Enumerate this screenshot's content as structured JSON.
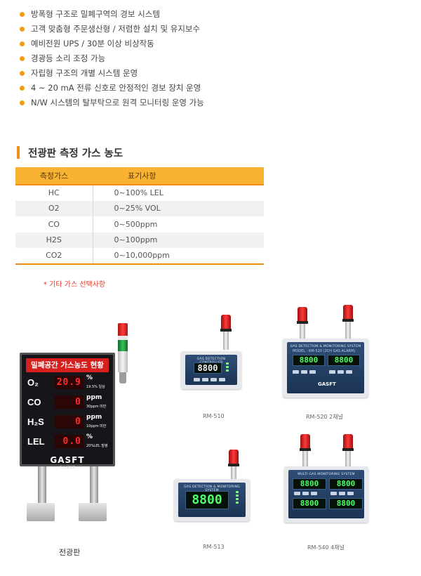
{
  "features": [
    "방폭형 구조로 밀폐구역의 경보 시스템",
    "고객 맞춤형 주문생산형 / 저렴한 설치 및 유지보수",
    "예비전원 UPS / 30분 이상 비상작동",
    "경광등 소리 조정 가능",
    "자립형 구조의 개별 시스템 운영",
    "4 ~ 20 mA 전류 신호로 안정적인 경보 장치 운영",
    "N/W 시스템의 탈부탁으로 원격 모니터링 운영 가능"
  ],
  "section_title": "전광판 측정 가스 농도",
  "table": {
    "headers": [
      "측정가스",
      "표기사항"
    ],
    "rows": [
      [
        "HC",
        "0~100% LEL"
      ],
      [
        "O2",
        "0~25% VOL"
      ],
      [
        "CO",
        "0~500ppm"
      ],
      [
        "H2S",
        "0~100ppm"
      ],
      [
        "CO2",
        "0~10,000ppm"
      ]
    ]
  },
  "note": "* 기타 가스 선택사항",
  "board": {
    "header": "밀폐공간 가스농도 현황",
    "rows": [
      {
        "gas": "O₂",
        "value": "20.9",
        "unit": "%",
        "sub": "19.5% 일상"
      },
      {
        "gas": "CO",
        "value": "0",
        "unit": "ppm",
        "sub": "30ppm 미만"
      },
      {
        "gas": "H₂S",
        "value": "0",
        "unit": "ppm",
        "sub": "10ppm 미만"
      },
      {
        "gas": "LEL",
        "value": "0.0",
        "unit": "%",
        "sub": "20%LEL 발령"
      }
    ],
    "logo": "GASFT",
    "logo_sub": "가스세이프",
    "caption": "전광판"
  },
  "devices": {
    "rm510": {
      "title": "GAS DETECTION CONTROLLER",
      "display": "8800",
      "caption": "RM-510"
    },
    "rm520": {
      "title": "GAS DETECTION & MONITORING SYSTEM",
      "sub": "MODEL : RM-520 (2CH GAS ALARM)",
      "displays": [
        "8800",
        "8800"
      ],
      "logo": "GASFT",
      "caption": "RM-520 2채널"
    },
    "rm513": {
      "title": "GAS DETECTION & MONITORING SYSTEM",
      "display": "8800",
      "caption": "RM-513"
    },
    "rm540": {
      "title": "MULTI GAS MONITORING SYSTEM",
      "displays": [
        "8800",
        "8800",
        "8800",
        "8800"
      ],
      "caption": "RM-540 4채널"
    }
  },
  "colors": {
    "accent": "#f28c1c",
    "header_bg": "#f9b232",
    "note": "#e23b2a",
    "led_red": "#ff2d2d",
    "led_green": "#4cff67"
  }
}
